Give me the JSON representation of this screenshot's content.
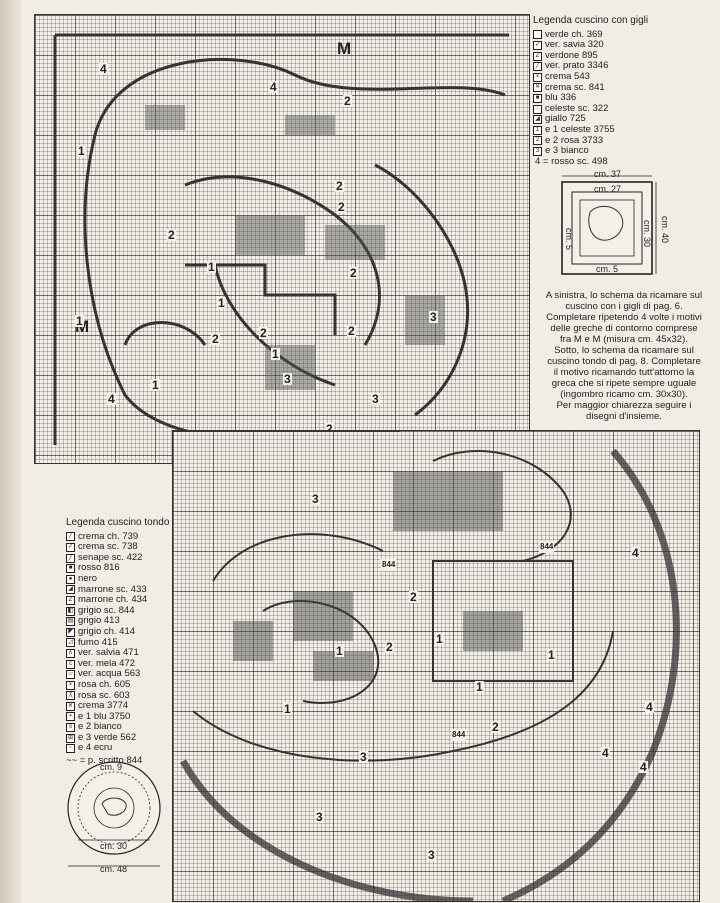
{
  "top_chart": {
    "labels": {
      "m_top": "M",
      "m_left": "M",
      "areas": [
        "4",
        "4",
        "2",
        "1",
        "2",
        "1",
        "2",
        "2",
        "1",
        "2",
        "1",
        "2",
        "3",
        "2",
        "2",
        "1",
        "3",
        "3",
        "2",
        "4",
        "1"
      ]
    }
  },
  "legend_gigli": {
    "title": "Legenda cuscino con gigli",
    "items": [
      {
        "symbol": "·",
        "label": "verde ch. 369"
      },
      {
        "symbol": "✓",
        "label": "ver. savia 320"
      },
      {
        "symbol": "Z",
        "label": "verdone 895"
      },
      {
        "symbol": "╱",
        "label": "ver. prato 3346"
      },
      {
        "symbol": "×",
        "label": "crema 543"
      },
      {
        "symbol": "✕",
        "label": "crema sc. 841"
      },
      {
        "symbol": "■",
        "label": "blu 336"
      },
      {
        "symbol": "◦",
        "label": "celeste sc. 322"
      },
      {
        "symbol": "◢",
        "label": "giallo 725"
      },
      {
        "symbol": "1",
        "label": "e 1 celeste 3755"
      },
      {
        "symbol": "2",
        "label": "e 2 rosa 3733"
      },
      {
        "symbol": "3",
        "label": "e 3 bianco"
      }
    ],
    "extra": "4 = rosso sc. 498"
  },
  "diagram_square": {
    "dims": [
      "cm. 37",
      "cm. 27",
      "cm. 40",
      "cm. 30",
      "cm. 5",
      "cm. 5"
    ]
  },
  "note": {
    "lines": [
      "A sinistra, lo schema da ricamare sul",
      "cuscino con i gigli di pag. 6.",
      "Completare ripetendo 4 volte i motivi",
      "delle greche di contorno comprese",
      "fra M e M (misura cm. 45x32).",
      "Sotto, lo schema da ricamare sul",
      "cuscino tondo di pag. 8. Completare",
      "il motivo ricamando tutt'attorno la",
      "greca che si ripete sempre uguale",
      "(ingombro ricamo cm. 30x30).",
      "Per maggior chiarezza seguire i",
      "disegni d'insieme."
    ]
  },
  "legend_tondo": {
    "title": "Legenda cuscino tondo",
    "items": [
      {
        "symbol": "╱",
        "label": "crema ch. 739"
      },
      {
        "symbol": "✓",
        "label": "crema sc. 738"
      },
      {
        "symbol": "╱",
        "label": "senape sc. 422"
      },
      {
        "symbol": "■",
        "label": "rosso 816"
      },
      {
        "symbol": "●",
        "label": "nero"
      },
      {
        "symbol": "◢",
        "label": "marrone sc. 433"
      },
      {
        "symbol": "Z",
        "label": "marrone ch. 434"
      },
      {
        "symbol": "◧",
        "label": "grigio sc. 844"
      },
      {
        "symbol": "▤",
        "label": "grigio 413"
      },
      {
        "symbol": "◤",
        "label": "grigio ch. 414"
      },
      {
        "symbol": "◿",
        "label": "fumo 415"
      },
      {
        "symbol": "∧",
        "label": "ver. salvia 471"
      },
      {
        "symbol": "c",
        "label": "ver. mela 472"
      },
      {
        "symbol": "▱",
        "label": "ver. acqua 563"
      },
      {
        "symbol": "×",
        "label": "rosa ch. 605"
      },
      {
        "symbol": "╳",
        "label": "rosa sc. 603"
      },
      {
        "symbol": "✕",
        "label": "crema 3774"
      },
      {
        "symbol": "▪",
        "label": "e 1 blu 3750"
      },
      {
        "symbol": "≡",
        "label": "e 2 bianco"
      },
      {
        "symbol": "⊞",
        "label": "e 3 verde 562"
      },
      {
        "symbol": "▫",
        "label": "e 4 ecru"
      }
    ],
    "extra": "~~ = p. scritto 844"
  },
  "diagram_round": {
    "dims": [
      "cm. 9",
      "cm. 30",
      "cm. 48"
    ]
  },
  "bottom_chart": {
    "labels": {
      "areas": [
        "3",
        "3",
        "4",
        "844",
        "844",
        "2",
        "1",
        "4",
        "2",
        "2",
        "1",
        "1",
        "1",
        "1",
        "844",
        "3",
        "4",
        "4",
        "3"
      ]
    }
  }
}
